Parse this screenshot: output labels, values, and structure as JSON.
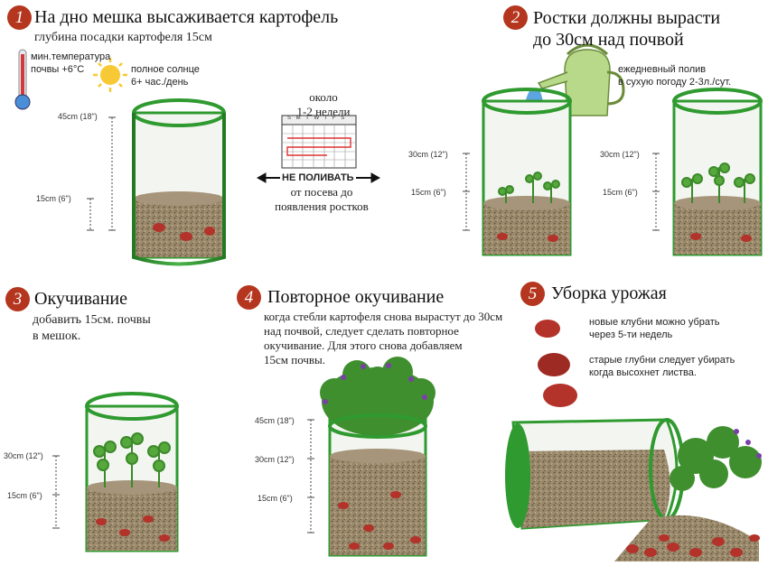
{
  "step1": {
    "number": "1",
    "title": "На дно мешка высаживается картофель",
    "subtitle": "глубина посадки картофеля 15см",
    "temp_label": "мин.температура\nпочвы +6°С",
    "sun_label": "полное солнце\n6+ час./день",
    "dim_45": "45cm (18\")",
    "dim_15": "15cm (6\")"
  },
  "middle": {
    "period": "около\n1-2 нелели",
    "calendar_days": "S M T W T F S",
    "no_water": "НЕ ПОЛИВАТЬ",
    "no_water_note": "от посева до\nпоявления ростков"
  },
  "step2": {
    "number": "2",
    "title": "Ростки должны вырасти\nдо 30см над почвой",
    "watering": "ежедневный полив\nв сухую погоду 2-3л./сут.",
    "dim_30": "30cm (12\")",
    "dim_15": "15cm (6\")"
  },
  "step3": {
    "number": "3",
    "title": "Окучивание",
    "text": "добавить 15см. почвы\nв мешок.",
    "dim_30": "30cm (12\")",
    "dim_15": "15cm (6\")"
  },
  "step4": {
    "number": "4",
    "title": "Повторное окучивание",
    "text": "когда стебли картофеля снова вырастут до 30см\nнад почвой, следует сделать повторное\nокучивание. Для этого снова добавляем\n15см почвы.",
    "dim_45": "45cm (18\")",
    "dim_30": "30cm (12\")",
    "dim_15": "15cm (6\")"
  },
  "step5": {
    "number": "5",
    "title": "Уборка урожая",
    "new_tubers": "новые клубни можно убрать\nчерез 5-ти недель",
    "old_tubers": "старые глубни следует убирать\nкогда высохнет листва."
  },
  "colors": {
    "bag_green": "#2f9a2f",
    "soil": "#8d7a5e",
    "potato": "#b3322a",
    "badge": "#b5361f",
    "water": "#4a9be0",
    "can": "#b8d98a"
  }
}
